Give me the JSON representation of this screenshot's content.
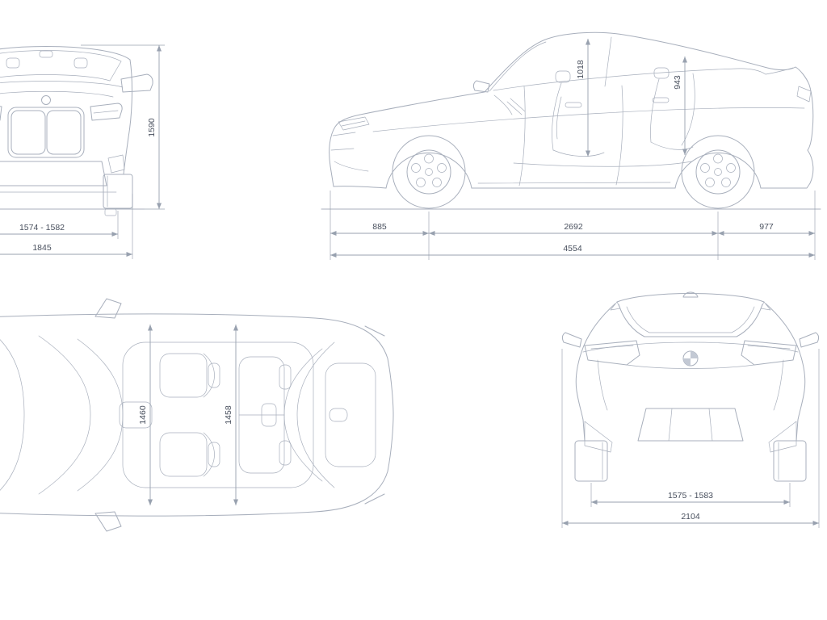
{
  "colors": {
    "background": "#ffffff",
    "car_line": "#a8afbc",
    "dim_line": "#98a1af",
    "text": "#49505e"
  },
  "views": {
    "front": {
      "dimensions": {
        "height": "1590",
        "track": "1574 - 1582",
        "width": "1845"
      }
    },
    "side": {
      "dimensions": {
        "interior_height_front": "1018",
        "interior_height_rear": "943",
        "front_overhang": "885",
        "wheelbase": "2692",
        "rear_overhang": "977",
        "length": "4554"
      }
    },
    "top": {
      "dimensions": {
        "interior_width_front": "1460",
        "interior_width_rear": "1458"
      }
    },
    "rear": {
      "dimensions": {
        "track": "1575 - 1583",
        "width": "2104"
      }
    }
  }
}
